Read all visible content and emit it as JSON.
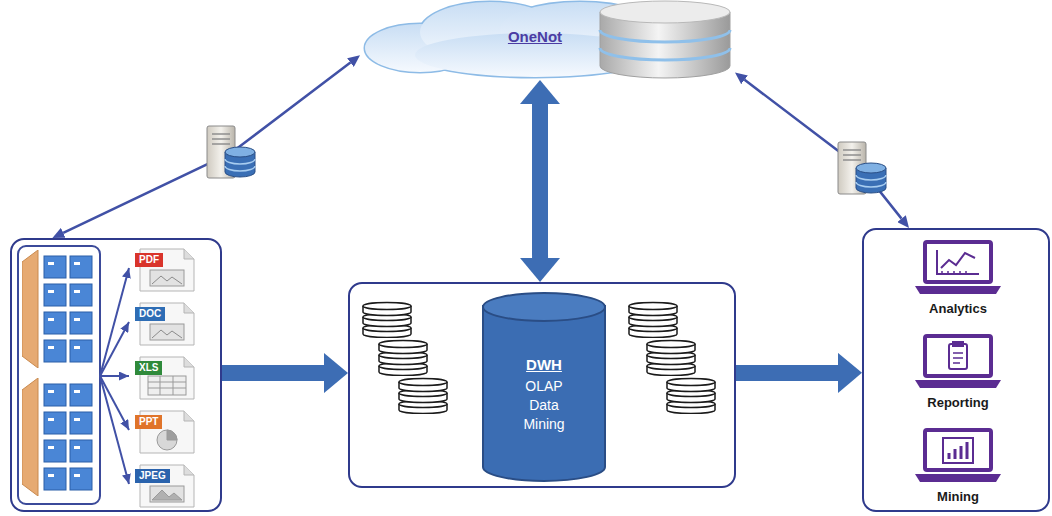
{
  "diagram": {
    "nodes": [
      {
        "text": [
          "OneNot"
        ]
      },
      {
        "text": []
      },
      {
        "text": [
          "PDF"
        ],
        "in": 1
      },
      {
        "text": [
          "DOC"
        ],
        "in": 1
      },
      {
        "text": [
          "XLS"
        ],
        "in": 1
      },
      {
        "text": [
          "PPT"
        ],
        "in": 1
      },
      {
        "text": [
          "JPEG"
        ],
        "in": 1
      },
      {
        "text": []
      },
      {
        "text": [
          "DWH",
          "OLAP Data Mining"
        ],
        "in": 7
      },
      {
        "text": []
      },
      {
        "text": [
          "Analytics"
        ],
        "in": 9
      },
      {
        "text": [
          "Reporting"
        ],
        "in": 9
      },
      {
        "text": [
          "Mining"
        ],
        "in": 9
      }
    ],
    "edges": [
      {
        "from": 0,
        "to": 1,
        "arrow": "both"
      },
      {
        "from": 0,
        "to": 7,
        "arrow": "both"
      },
      {
        "from": 1,
        "to": 7,
        "arrow": "to"
      },
      {
        "from": 7,
        "to": 9,
        "arrow": "to"
      },
      {
        "from": 0,
        "to": 9,
        "arrow": "both"
      }
    ]
  }
}
